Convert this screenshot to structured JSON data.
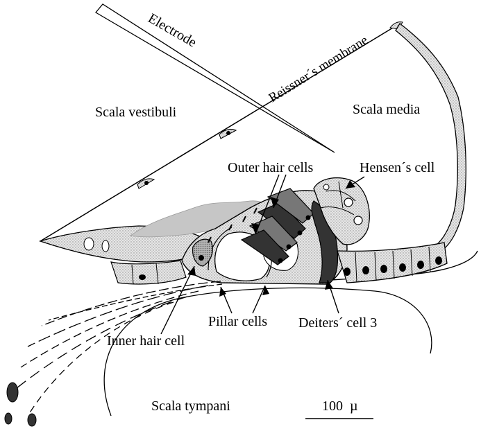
{
  "labels": {
    "electrode": "Electrode",
    "reissner": "Reissner´s membrane",
    "scala_vestibuli": "Scala vestibuli",
    "scala_media": "Scala media",
    "outer_hair_cells": "Outer hair cells",
    "hensens_cell": "Hensen´s cell",
    "pillar_cells": "Pillar cells",
    "deiters_cell": "Deiters´ cell 3",
    "inner_hair_cell": "Inner hair cell",
    "scala_tympani": "Scala tympani",
    "scale_bar": "100  µ"
  },
  "colors": {
    "line": "#000000",
    "stipple": "#cfcfcf",
    "tectorial": "#c4c4c4",
    "dark_cell": "#333333",
    "mid_cell": "#777777",
    "nucleus": "#000000",
    "background": "#ffffff"
  }
}
